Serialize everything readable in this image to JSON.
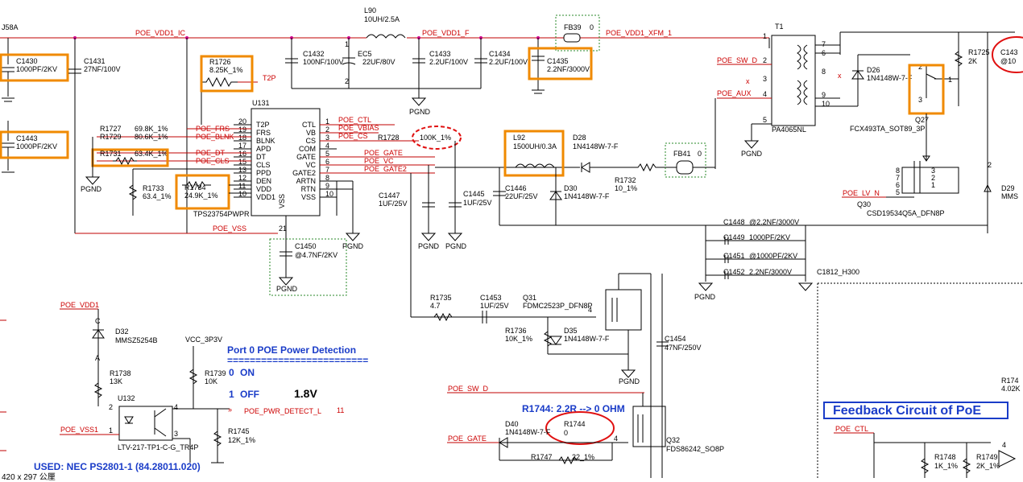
{
  "labels": {
    "j58a": "J58A",
    "l90": "L90",
    "l90_val": "10UH/2.5A",
    "poe_vdd1_ic": "POE_VDD1_IC",
    "poe_vdd1_f": "POE_VDD1_F",
    "poe_vdd1_xfm": "POE_VDD1_XFM_1",
    "fb39": "FB39",
    "fb39_val": "0",
    "t1": "T1",
    "c1430": "C1430",
    "c1430_val": "1000PF/2KV",
    "c1431": "C1431",
    "c1431_val": "27NF/100V",
    "c1443": "C1443",
    "c1443_val": "1000PF/2KV",
    "r1726": "R1726",
    "r1726_val": "8.25K_1%",
    "t2p": "T2P",
    "c1432": "C1432",
    "c1432_val": "100NF/100V",
    "ec5": "EC5",
    "ec5_val": "22UF/80V",
    "c1433": "C1433",
    "c1433_val": "2.2UF/100V",
    "c1434": "C1434",
    "c1434_val": "2.2UF/100V",
    "c1435": "C1435",
    "c1435_val": "2.2NF/3000V",
    "poe_sw_d": "POE_SW_D",
    "poe_aux": "POE_AUX",
    "pa4065nl": "PA4065NL",
    "pgnd": "PGND",
    "u131": "U131",
    "u131_part": "TPS23754PWPR",
    "poe_ctl": "POE_CTL",
    "poe_vbias": "POE_VBIAS",
    "poe_cs": "POE_CS",
    "poe_gate": "POE_GATE",
    "poe_vc": "POE_VC",
    "poe_gate2": "POE_GATE2",
    "poe_frs": "POE_FRS",
    "poe_blnk": "POE_BLNK",
    "poe_dt": "POE_DT",
    "poe_cls": "POE_CLS",
    "poe_vss": "POE_VSS",
    "r1727": "R1727",
    "r1727_val": "69.8K_1%",
    "r1729": "R1729",
    "r1729_val": "80.6K_1%",
    "r1731": "R1731",
    "r1731_val": "63.4K_1%",
    "r1733": "R1733",
    "r1733_val": "63.4_1%",
    "r1734": "R1734",
    "r1734_val": "24.9K_1%",
    "r1728": "R1728",
    "r1728_val": "100K_1%",
    "l92": "L92",
    "l92_val": "1500UH/0.3A",
    "d28": "D28",
    "d28_val": "1N4148W-7-F",
    "fb41": "FB41",
    "fb41_val": "0",
    "r1732": "R1732",
    "r1732_val": "10_1%",
    "c1447": "C1447",
    "c1447_val": "1UF/25V",
    "c1445": "C1445",
    "c1445_val": "1UF/25V",
    "c1446": "C1446",
    "c1446_val": "22UF/25V",
    "d30": "D30",
    "d30_val": "1N4148W-7-F",
    "c1450": "C1450",
    "c1450_val": "@4.7NF/2KV",
    "d26": "D26",
    "d26_val": "1N4148W-7-F",
    "r1725": "R1725",
    "r1725_val": "2K",
    "c143x": "C143",
    "c143x_val": "@10",
    "q27": "Q27",
    "q27_part": "FCX493TA_SOT89_3P",
    "q30": "Q30",
    "q30_part": "CSD19534Q5A_DFN8P",
    "poe_lv_n": "POE_LV_N",
    "d29": "D29",
    "d29_val": "MMS",
    "c1448": "C1448",
    "c1448_val": "@2.2NF/3000V",
    "c1449": "C1449",
    "c1449_val": "1000PF/2KV",
    "c1451": "C1451",
    "c1451_val": "@1000PF/2KV",
    "c1452": "C1452",
    "c1452_val": "2.2NF/3000V",
    "c1812": "C1812_H300",
    "poe_vdd1": "POE_VDD1",
    "d32": "D32",
    "d32_val": "MMSZ5254B",
    "vcc_3p3v": "VCC_3P3V",
    "r1738": "R1738",
    "r1738_val": "13K",
    "r1739": "R1739",
    "r1739_val": "10K",
    "u132": "U132",
    "u132_part": "LTV-217-TP1-C-G_TR4P",
    "poe_vss1": "POE_VSS1",
    "poe_pwr_detect_l": "POE_PWR_DETECT_L",
    "poe_pwr_detect_pin": "11",
    "r1745": "R1745",
    "r1745_val": "12K_1%",
    "used_nec": "USED: NEC PS2801-1 (84.28011.020)",
    "r1735": "R1735",
    "r1735_val": "4.7",
    "c1453": "C1453",
    "c1453_val": "1UF/25V",
    "q31": "Q31",
    "q31_part": "FDMC2523P_DFN8P",
    "r1736": "R1736",
    "r1736_val": "10K_1%",
    "d35": "D35",
    "d35_val": "1N4148W-7-F",
    "c1454": "C1454",
    "c1454_val": "47NF/250V",
    "r1744_note": "R1744: 2.2R --> 0 OHM",
    "d40": "D40",
    "d40_val": "1N4148W-7-F",
    "r1744": "R1744",
    "r1744_val": "0",
    "r1747": "R1747",
    "r1747_val": "22_1%",
    "q32": "Q32",
    "q32_part": "FDS86242_SO8P",
    "r174x": "R174",
    "r174x_val": "4.02K",
    "r1748": "R1748",
    "r1748_val": "1K_1%",
    "r1749": "R1749",
    "r1749_val": "2K_1%",
    "feedback_title": "Feedback Circuit of PoE",
    "det_title": "Port 0 POE Power Detection",
    "det_rule": "=========================",
    "det_on_num": "0",
    "det_on": "ON",
    "det_off_num": "1",
    "det_off": "OFF",
    "det_volt": "1.8V",
    "size_tag": "420 x 297 公厘"
  },
  "u131_left_pins": [
    {
      "name": "T2P",
      "num": "20"
    },
    {
      "name": "FRS",
      "num": "19"
    },
    {
      "name": "BLNK",
      "num": "18"
    },
    {
      "name": "APD",
      "num": "17"
    },
    {
      "name": "DT",
      "num": "16"
    },
    {
      "name": "CLS",
      "num": "15"
    },
    {
      "name": "PPD",
      "num": "13"
    },
    {
      "name": "DEN",
      "num": "12"
    },
    {
      "name": "VDD",
      "num": "11"
    },
    {
      "name": "VDD1",
      "num": "10"
    }
  ],
  "u131_right_pins": [
    {
      "name": "CTL",
      "num": "1"
    },
    {
      "name": "VB",
      "num": "2"
    },
    {
      "name": "CS",
      "num": "3"
    },
    {
      "name": "COM",
      "num": "4"
    },
    {
      "name": "GATE",
      "num": "5"
    },
    {
      "name": "VC",
      "num": "6"
    },
    {
      "name": "GATE2",
      "num": "7"
    },
    {
      "name": "ARTN",
      "num": "8"
    },
    {
      "name": "RTN",
      "num": "9"
    },
    {
      "name": "VSS",
      "num": "10"
    }
  ],
  "u131_bottom": {
    "name": "VSS",
    "num": "21"
  },
  "colors": {
    "highlight": "#f08a00",
    "annotation": "#e01010",
    "net_wire": "#c00000",
    "net_dot": "#d0008a",
    "title_blue": "#1a3cc8"
  }
}
